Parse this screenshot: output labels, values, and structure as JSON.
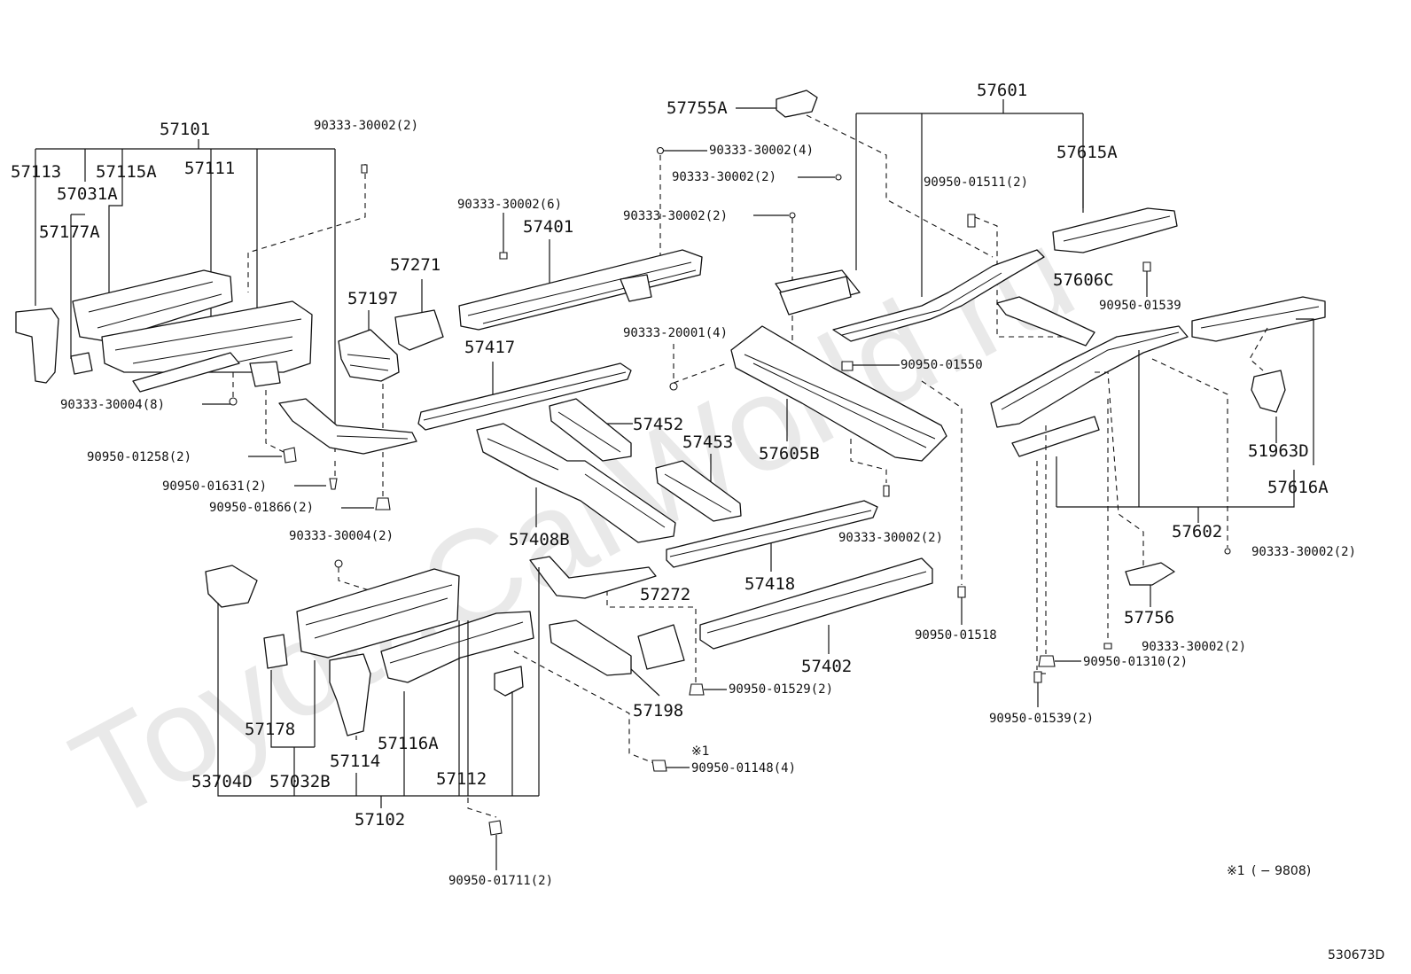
{
  "watermark": "ToyotaCarWorld.ru",
  "diagram_code": "530673D",
  "footnote": {
    "mark": "※1",
    "text": "(      − 9808)"
  },
  "footnote_ref": "※1",
  "labels": {
    "l57101": "57101",
    "l57113": "57113",
    "l57115A": "57115A",
    "l57111": "57111",
    "l57031A": "57031A",
    "l57177A": "57177A",
    "l90333_30002_2a": "90333-30002(2)",
    "l90333_30004_8": "90333-30004(8)",
    "l90950_01258_2": "90950-01258(2)",
    "l90950_01631_2": "90950-01631(2)",
    "l90950_01866_2": "90950-01866(2)",
    "l57197": "57197",
    "l57271": "57271",
    "l90333_30002_6": "90333-30002(6)",
    "l57401": "57401",
    "l57417": "57417",
    "l57452": "57452",
    "l57453": "57453",
    "l57408B": "57408B",
    "l57755A": "57755A",
    "l90333_30002_4": "90333-30002(4)",
    "l90333_30002_2b": "90333-30002(2)",
    "l90333_30002_2c": "90333-30002(2)",
    "l90333_20001_4": "90333-20001(4)",
    "l57605B": "57605B",
    "l57601": "57601",
    "l57615A": "57615A",
    "l90950_01511_2": "90950-01511(2)",
    "l57606C": "57606C",
    "l90950_01539": "90950-01539",
    "l90950_01550": "90950-01550",
    "l51963D": "51963D",
    "l57616A": "57616A",
    "l57602": "57602",
    "l90333_30002_2d": "90333-30002(2)",
    "l90333_30002_2e": "90333-30002(2)",
    "l57756": "57756",
    "l90333_30002_2f": "90333-30002(2)",
    "l90950_01310_2": "90950-01310(2)",
    "l90950_01539_2": "90950-01539(2)",
    "l90950_01518": "90950-01518",
    "l57418": "57418",
    "l57402": "57402",
    "l57272": "57272",
    "l90950_01529_2": "90950-01529(2)",
    "l57198": "57198",
    "l90950_01148_4": "90950-01148(4)",
    "l90333_30004_2": "90333-30004(2)",
    "l57178": "57178",
    "l57114": "57114",
    "l57116A": "57116A",
    "l57112": "57112",
    "l53704D": "53704D",
    "l57032B": "57032B",
    "l57102": "57102",
    "l90950_01711_2": "90950-01711(2)"
  }
}
